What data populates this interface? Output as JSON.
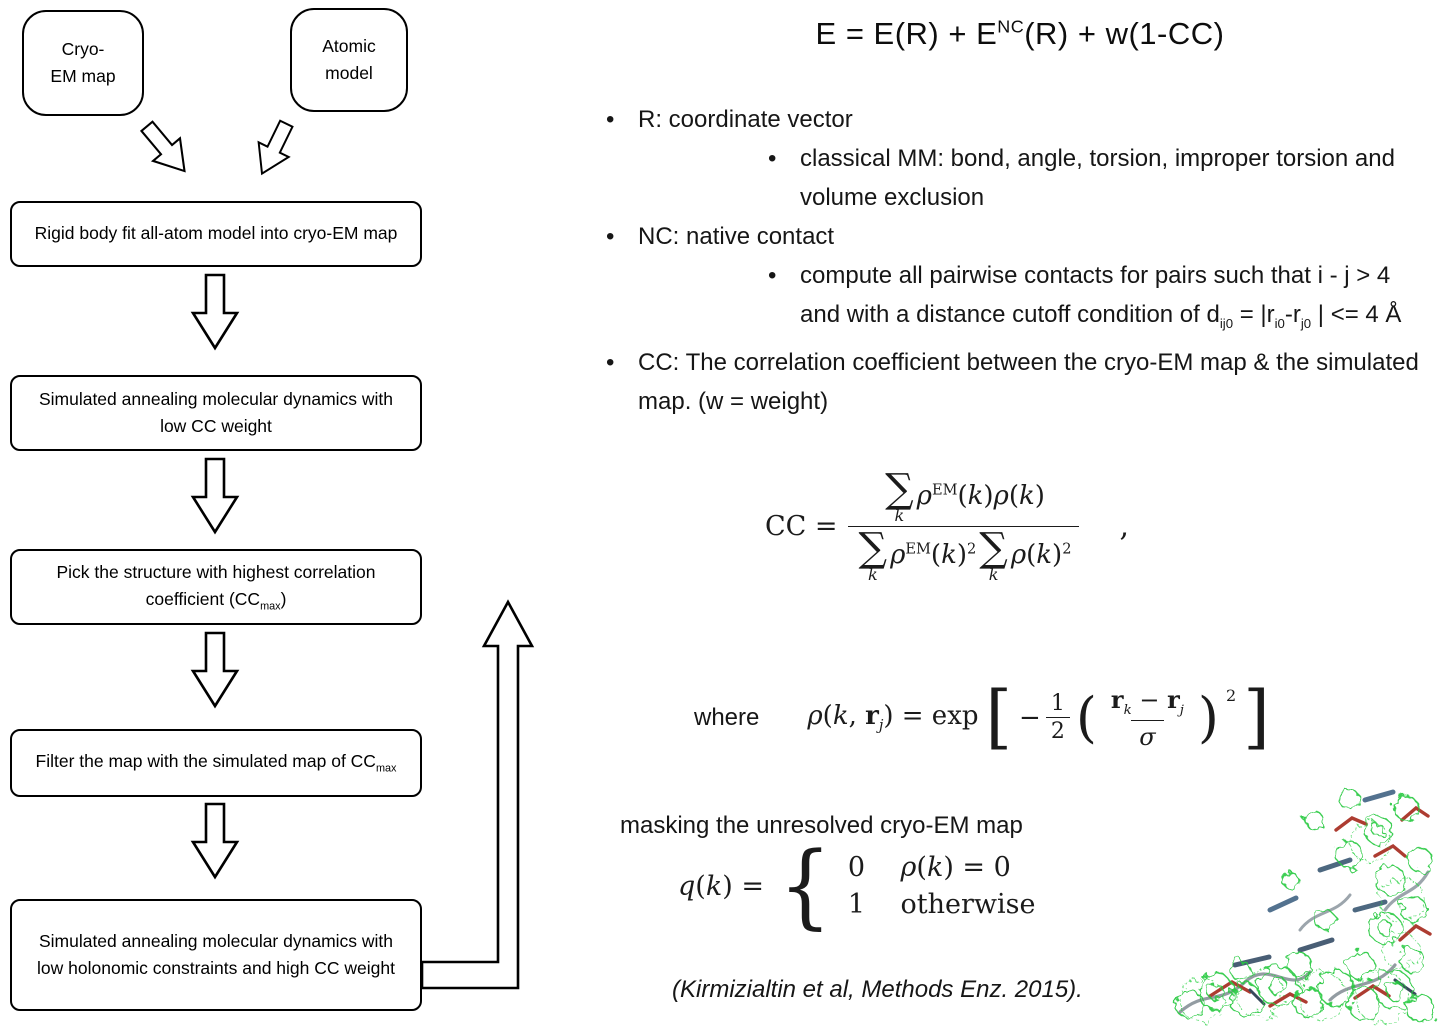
{
  "ui": {
    "bullet_char": "•"
  },
  "flowchart": {
    "cryo_em_box_html": "Cryo-<br>EM map",
    "atomic_box_html": "Atomic<br>model",
    "box_rigid": "Rigid body fit all-atom model into cryo-EM map",
    "box_sa_low": "Simulated annealing molecular dynamics with low CC weight",
    "box_pick_html": "Pick the structure with highest correlation coefficient (CC<sub>max</sub>)",
    "box_filter_html": "Filter the map with the simulated map of CC<sub>max</sub>",
    "box_sa_high": "Simulated annealing molecular dynamics with low holonomic constraints and high CC weight"
  },
  "main_equation_html": "E = E(R) + E<sup>NC</sup>(R) + w(1-CC)",
  "bullets": [
    {
      "level": 1,
      "html": "R: coordinate vector"
    },
    {
      "level": 2,
      "html": "classical MM: bond, angle, torsion, improper torsion and volume exclusion"
    },
    {
      "level": 1,
      "html": "NC: native contact"
    },
    {
      "level": 2,
      "html": "compute all pairwise contacts for pairs such that i - j &gt; 4 and with a distance cutoff condition of d<sub>ij0</sub> = |r<sub>i0</sub>-r<sub>j0</sub> | &lt;= 4 Å"
    },
    {
      "level": 1,
      "html": "CC: The correlation coefficient between the cryo-EM map &amp; the simulated map. (w = weight)"
    }
  ],
  "cc_equation": {
    "lhs": "CC",
    "equals": "=",
    "numerator_html": "<span class=\"sum\"><span class=\"sig\">∑</span><span class=\"kk\">k</span></span><i>ρ</i><sup>EM</sup>(<i>k</i>)<i>ρ</i>(<i>k</i>)",
    "denominator_html": "<span class=\"sum\"><span class=\"sig\">∑</span><span class=\"kk\">k</span></span><i>ρ</i><sup>EM</sup>(<i>k</i>)<sup>2</sup><span class=\"sum\"><span class=\"sig\">∑</span><span class=\"kk\">k</span></span><i>ρ</i>(<i>k</i>)<sup>2</sup>",
    "comma": ","
  },
  "rho_equation": {
    "where_label": "where",
    "lhs_html": "<i>ρ</i>(<i>k</i>, <b>r</b><sub><i>j</i></sub>) = exp",
    "bracket_open": "[",
    "minus": "−",
    "half_num": "1",
    "half_den": "2",
    "paren_open": "(",
    "inner_num_html": "<b>r</b><sub><i>k</i></sub> − <b>r</b><sub><i>j</i></sub>",
    "inner_den_html": "<i>σ</i>",
    "paren_close": ")",
    "exponent": "2",
    "bracket_close": "]"
  },
  "masking_label": "masking the unresolved cryo-EM map",
  "q_equation": {
    "lhs_html": "<i>q</i>(<i>k</i>) =",
    "brace": "{",
    "case1_value": "0",
    "case1_cond_html": "<i>ρ</i>(<i>k</i>) = 0",
    "case2_value": "1",
    "case2_cond": "otherwise"
  },
  "citation": "(Kirmizialtin et al, Methods Enz. 2015)."
}
